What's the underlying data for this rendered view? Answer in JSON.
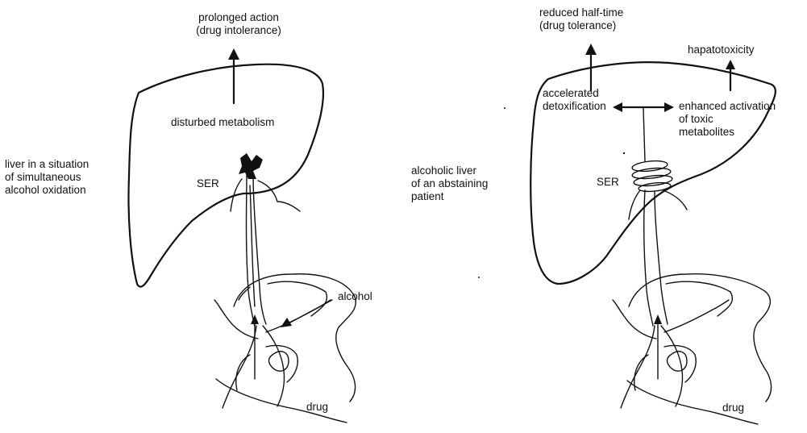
{
  "left_panel": {
    "effect_label": "prolonged action\n(drug intolerance)",
    "metabolism_label": "disturbed metabolism",
    "condition_label": "liver in a situation\nof simultaneous\nalcohol oxidation",
    "ser_label": "SER",
    "alcohol_label": "alcohol",
    "drug_label": "drug"
  },
  "right_panel": {
    "effect_label": "reduced half-time\n(drug tolerance)",
    "toxicity_label": "hapatotoxicity",
    "detox_label": "accelerated\ndetoxification",
    "activation_label": "enhanced activation\nof toxic\nmetabolites",
    "condition_label": "alcoholic liver\nof an abstaining\npatient",
    "ser_label": "SER",
    "drug_label": "drug"
  }
}
